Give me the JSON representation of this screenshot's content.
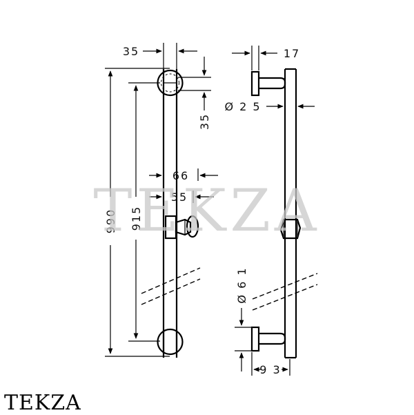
{
  "watermark": "TEKZA",
  "brand": "TEKZA",
  "front_view": {
    "dim_top_offset": "35",
    "dim_side_offset": "35",
    "dim_total_height": "990",
    "dim_inner_height": "915",
    "dim_holder_depth_outer": "66",
    "dim_holder_depth_inner": "55"
  },
  "side_view": {
    "dim_bracket_width": "17",
    "dim_rail_diameter": "Ø 2 5",
    "dim_bracket_diameter": "Ø 6 1",
    "dim_wall_distance": "9 3"
  }
}
